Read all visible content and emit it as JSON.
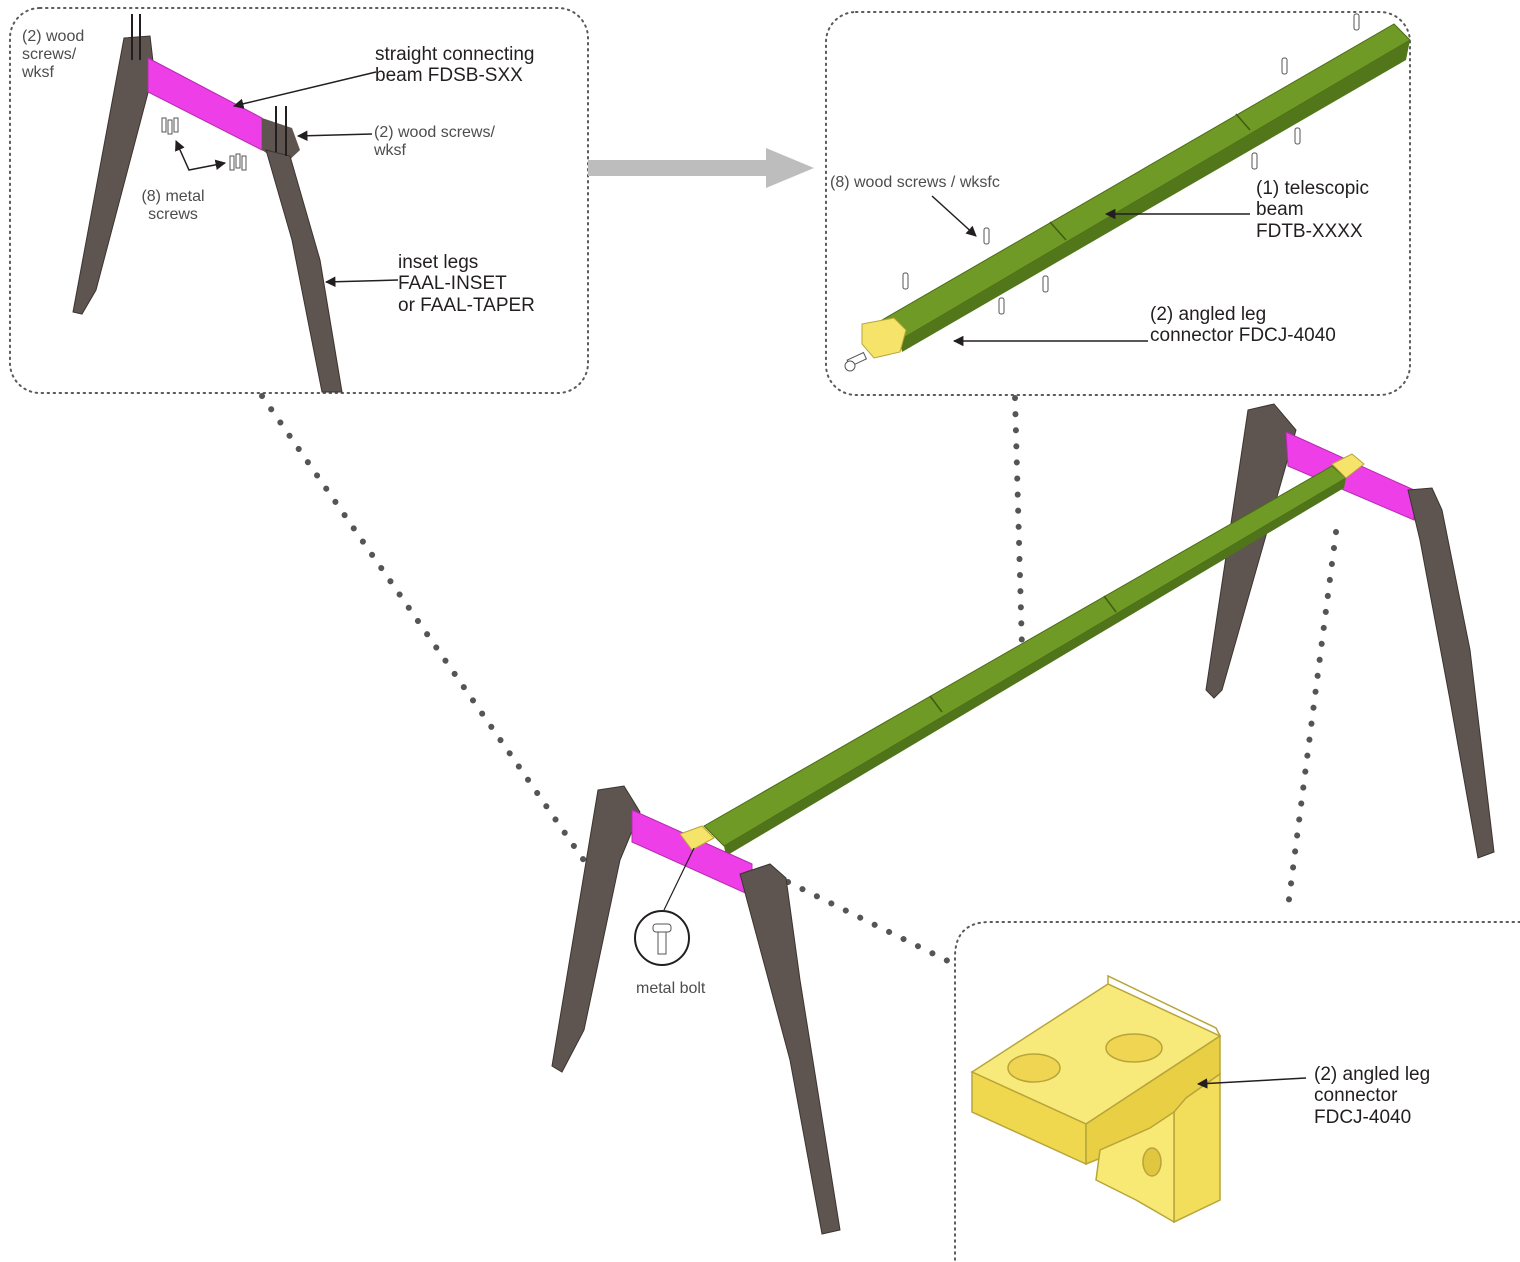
{
  "colors": {
    "leg": "#5e5450",
    "leg_edge": "#3c3431",
    "straight_beam": "#ee3ee8",
    "telescopic_beam": "#6f9a25",
    "connector": "#f5e36a",
    "arrow_gray": "#bdbdbd",
    "dotted": "#5a5a5a"
  },
  "callouts": {
    "top_left": {
      "wood_screws_left": "(2) wood\nscrews/\nwksf",
      "straight_beam": "straight connecting\nbeam FDSB-SXX",
      "wood_screws_right": "(2) wood screws/\nwksf",
      "metal_screws": "(8) metal\nscrews",
      "inset_legs": "inset legs\nFAAL-INSET\nor FAAL-TAPER"
    },
    "top_right": {
      "wood_screws": "(8) wood screws / wksfc",
      "telescopic_beam": "(1) telescopic\nbeam\nFDTB-XXXX",
      "leg_connector": "(2) angled leg\nconnector FDCJ-4040"
    },
    "main": {
      "metal_bolt": "metal bolt"
    },
    "bottom_right": {
      "leg_connector": "(2) angled leg\nconnector\nFDCJ-4040"
    }
  }
}
